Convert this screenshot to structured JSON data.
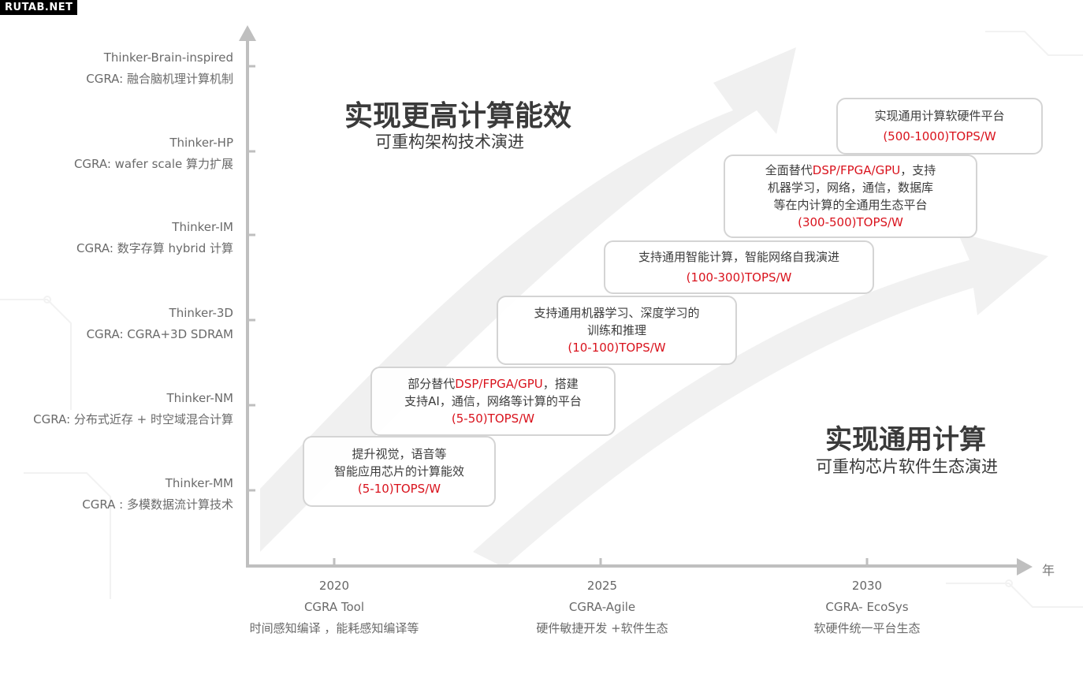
{
  "watermark": "RUTAB.NET",
  "headline_top": {
    "title": "实现更高计算能效",
    "subtitle": "可重构架构技术演进"
  },
  "headline_bottom": {
    "title": "实现通用计算",
    "subtitle": "可重构芯片软件生态演进"
  },
  "y_axis": [
    {
      "name": "Thinker-Brain-inspired",
      "desc": "CGRA:  融合脑机理计算机制"
    },
    {
      "name": "Thinker-HP",
      "desc": "CGRA:  wafer scale  算力扩展"
    },
    {
      "name": "Thinker-IM",
      "desc": "CGRA:  数字存算  hybrid  计算"
    },
    {
      "name": "Thinker-3D",
      "desc": "CGRA: CGRA+3D SDRAM"
    },
    {
      "name": "Thinker-NM",
      "desc": "CGRA:  分布式近存 + 时空域混合计算"
    },
    {
      "name": "Thinker-MM",
      "desc": "CGRA : 多模数据流计算技术"
    }
  ],
  "x_axis": {
    "unit": "年",
    "ticks": [
      {
        "year": "2020",
        "tool": "CGRA Tool",
        "desc": "时间感知编译  ，能耗感知编译等"
      },
      {
        "year": "2025",
        "tool": "CGRA-Agile",
        "desc": "硬件敏捷开发  +软件生态"
      },
      {
        "year": "2030",
        "tool": "CGRA-  EcoSys",
        "desc": "软硬件统一平台生态"
      }
    ]
  },
  "cards": [
    {
      "l1": "提升视觉，语音等",
      "l2": "智能应用芯片的计算能效",
      "perf": "(5-10)TOPS/W"
    },
    {
      "l1a": "部分替代",
      "l1red": "DSP/FPGA/GPU",
      "l1b": "，搭建",
      "l2": "支持AI，通信，网络等计算的平台",
      "perf": "(5-50)TOPS/W"
    },
    {
      "l1": "支持通用机器学习、深度学习的",
      "l2": "训练和推理",
      "perf": "(10-100)TOPS/W"
    },
    {
      "l1": "支持通用智能计算，智能网络自我演进",
      "perf": "(100-300)TOPS/W"
    },
    {
      "l1a": "全面替代",
      "l1red": "DSP/FPGA/GPU",
      "l1b": "，支持",
      "l2": "机器学习，网络，通信，数据库",
      "l3": "等在内计算的全通用生态平台",
      "perf": "(300-500)TOPS/W"
    },
    {
      "l1": "实现通用计算软硬件平台",
      "perf": "(500-1000)TOPS/W"
    }
  ]
}
